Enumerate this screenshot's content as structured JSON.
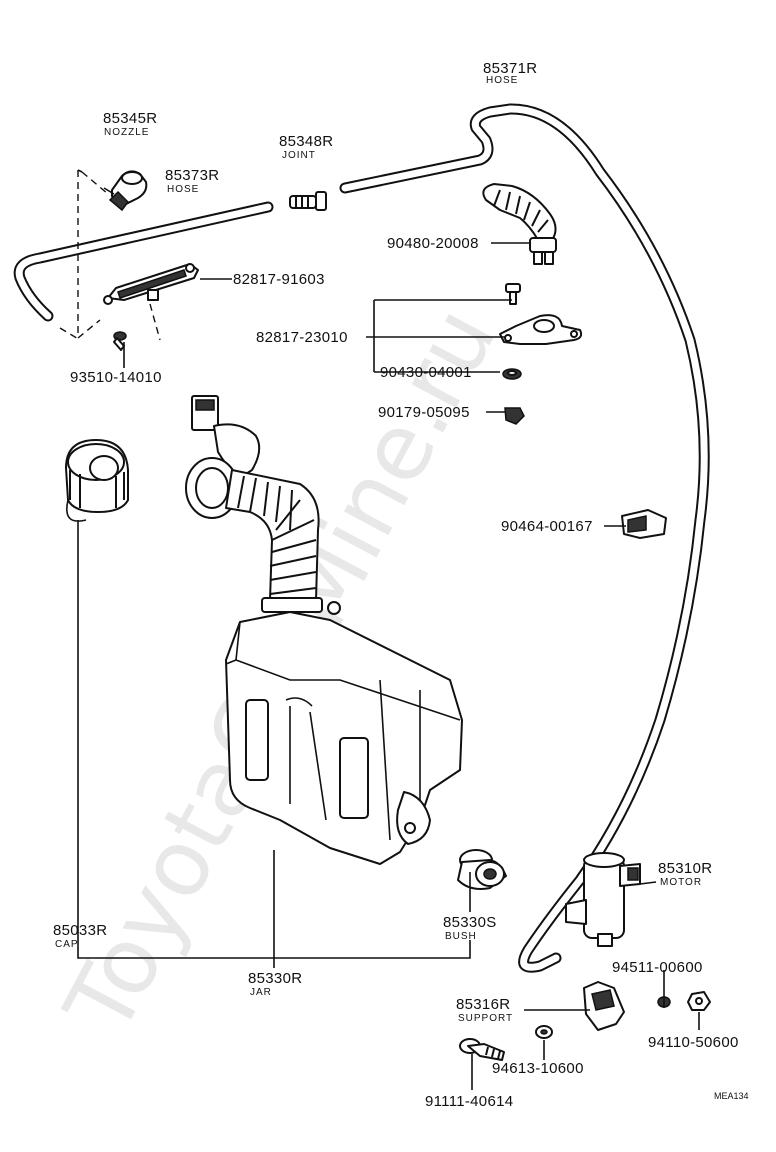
{
  "watermark": "ToyotaCarMine.ru",
  "figure_ref": "MEA134",
  "labels": {
    "p85371r": {
      "part": "85371R",
      "desc": "HOSE"
    },
    "p85345r": {
      "part": "85345R",
      "desc": "NOZZLE"
    },
    "p85348r": {
      "part": "85348R",
      "desc": "JOINT"
    },
    "p85373r": {
      "part": "85373R",
      "desc": "HOSE"
    },
    "p90480": {
      "part": "90480-20008"
    },
    "p82817_91603": {
      "part": "82817-91603"
    },
    "p82817_23010": {
      "part": "82817-23010"
    },
    "p93510": {
      "part": "93510-14010"
    },
    "p90430": {
      "part": "90430-04001"
    },
    "p90179": {
      "part": "90179-05095"
    },
    "p90464": {
      "part": "90464-00167"
    },
    "p85310r": {
      "part": "85310R",
      "desc": "MOTOR"
    },
    "p85033r": {
      "part": "85033R",
      "desc": "CAP"
    },
    "p85330s": {
      "part": "85330S",
      "desc": "BUSH"
    },
    "p85330r": {
      "part": "85330R",
      "desc": "JAR"
    },
    "p94511": {
      "part": "94511-00600"
    },
    "p85316r": {
      "part": "85316R",
      "desc": "SUPPORT"
    },
    "p94110": {
      "part": "94110-50600"
    },
    "p94613": {
      "part": "94613-10600"
    },
    "p91111": {
      "part": "91111-40614"
    }
  }
}
